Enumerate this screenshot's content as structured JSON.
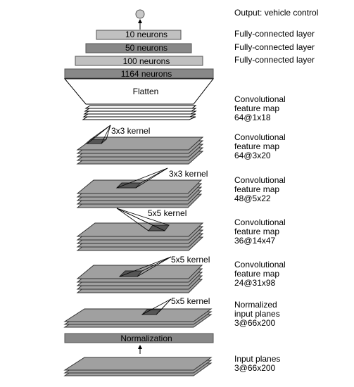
{
  "output": "Output: vehicle control",
  "fc_layers": [
    {
      "neurons": "10 neurons",
      "desc": "Fully-connected layer"
    },
    {
      "neurons": "50 neurons",
      "desc": "Fully-connected layer"
    },
    {
      "neurons": "100 neurons",
      "desc": "Fully-connected layer"
    },
    {
      "neurons": "1164 neurons"
    }
  ],
  "flatten": "Flatten",
  "conv_layers": [
    {
      "line1": "Convolutional",
      "line2": "feature map",
      "line3": "64@1x18",
      "kernel": "3x3 kernel"
    },
    {
      "line1": "Convolutional",
      "line2": "feature map",
      "line3": "64@3x20",
      "kernel": "3x3 kernel"
    },
    {
      "line1": "Convolutional",
      "line2": "feature map",
      "line3": "48@5x22",
      "kernel": "5x5 kernel"
    },
    {
      "line1": "Convolutional",
      "line2": "feature map",
      "line3": "36@14x47",
      "kernel": "5x5 kernel"
    },
    {
      "line1": "Convolutional",
      "line2": "feature map",
      "line3": "24@31x98",
      "kernel": "5x5 kernel"
    }
  ],
  "normalized": {
    "line1": "Normalized",
    "line2": "input planes",
    "line3": "3@66x200"
  },
  "normalization": "Normalization",
  "input": {
    "line1": "Input planes",
    "line2": "3@66x200"
  }
}
